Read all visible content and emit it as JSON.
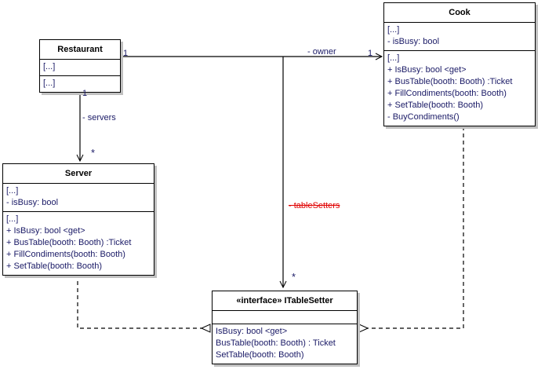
{
  "diagram": {
    "type": "uml-class-diagram",
    "background": "#ffffff",
    "text_color": "#1a1a66",
    "deleted_color": "#e00000"
  },
  "classes": {
    "restaurant": {
      "name": "Restaurant",
      "attributes": [
        "[...]"
      ],
      "operations": [
        "[...]"
      ]
    },
    "cook": {
      "name": "Cook",
      "attributes": [
        "[...]",
        "-  isBusy: bool"
      ],
      "operations": [
        "[...]",
        "+ IsBusy: bool <get>",
        "+ BusTable(booth: Booth) :Ticket",
        "+ FillCondiments(booth: Booth)",
        "+ SetTable(booth: Booth)",
        "-  BuyCondiments()"
      ]
    },
    "server": {
      "name": "Server",
      "attributes": [
        "[...]",
        "-  isBusy: bool"
      ],
      "operations": [
        "[...]",
        "+ IsBusy: bool <get>",
        "+ BusTable(booth: Booth) :Ticket",
        "+ FillCondiments(booth: Booth)",
        "+ SetTable(booth: Booth)"
      ]
    },
    "itablesetter": {
      "stereotype": "«interface»",
      "name": "ITableSetter",
      "middle": [],
      "operations": [
        "IsBusy: bool <get>",
        "BusTable(booth: Booth) : Ticket",
        "SetTable(booth: Booth)"
      ]
    }
  },
  "edges": {
    "restaurant_cook": {
      "role": "- owner",
      "source_multiplicity": "1",
      "target_multiplicity": "1"
    },
    "restaurant_server": {
      "role": "- servers",
      "source_multiplicity": "1",
      "target_multiplicity": "*"
    },
    "restaurant_itablesetter": {
      "role": "- tableSetters",
      "role_state": "deleted",
      "target_multiplicity": "*"
    },
    "server_realizes": {
      "kind": "realization"
    },
    "cook_realizes": {
      "kind": "realization"
    }
  }
}
